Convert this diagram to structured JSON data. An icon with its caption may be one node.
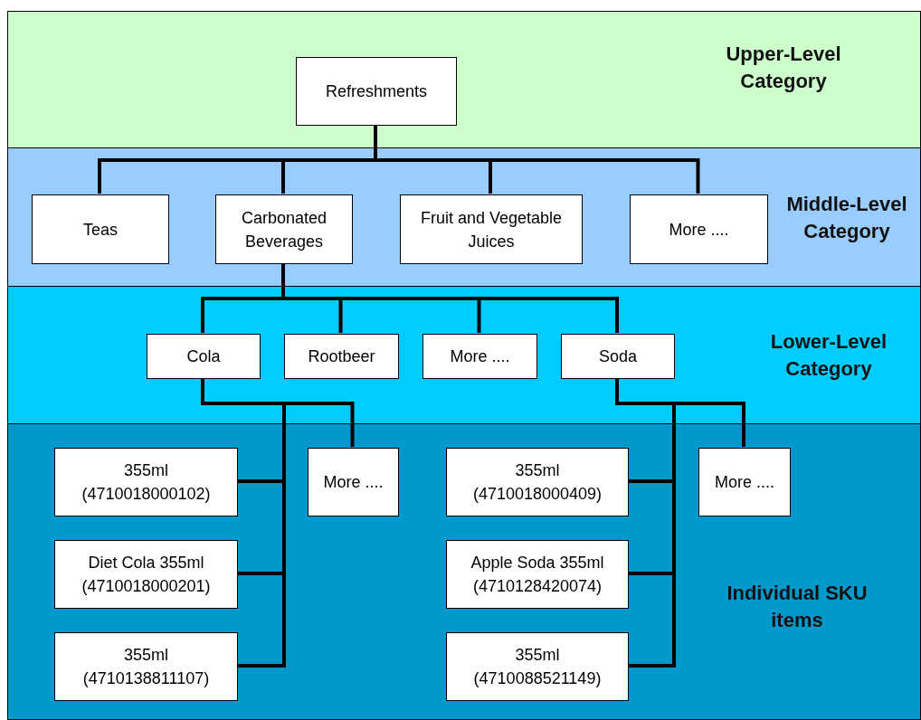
{
  "diagram": {
    "nodes": [
      {
        "text": [
          "Upper-Level Category"
        ]
      },
      {
        "text": [
          "Middle-Level Category"
        ]
      },
      {
        "text": [
          "Lower-Level Category"
        ]
      },
      {
        "text": [
          "Individual SKU items"
        ]
      },
      {
        "text": [
          "Refreshments"
        ],
        "in": 0
      },
      {
        "text": [
          "Teas"
        ],
        "in": 1
      },
      {
        "text": [
          "Carbonated Beverages"
        ],
        "in": 1
      },
      {
        "text": [
          "Fruit and Vegetable Juices"
        ],
        "in": 1
      },
      {
        "text": [
          "More ...."
        ],
        "in": 1
      },
      {
        "text": [
          "Cola"
        ],
        "in": 2
      },
      {
        "text": [
          "Rootbeer"
        ],
        "in": 2
      },
      {
        "text": [
          "More ...."
        ],
        "in": 2
      },
      {
        "text": [
          "Soda"
        ],
        "in": 2
      },
      {
        "text": [
          "355ml (4710018000102)"
        ],
        "in": 3
      },
      {
        "text": [
          "More ...."
        ],
        "in": 3
      },
      {
        "text": [
          "355ml (4710018000409)"
        ],
        "in": 3
      },
      {
        "text": [
          "More ...."
        ],
        "in": 3
      },
      {
        "text": [
          "Diet Cola 355ml (4710018000201)"
        ],
        "in": 3
      },
      {
        "text": [
          "Apple Soda 355ml (4710128420074)"
        ],
        "in": 3
      },
      {
        "text": [
          "355ml (4710138811107)"
        ],
        "in": 3
      },
      {
        "text": [
          "355ml (4710088521149)"
        ],
        "in": 3
      }
    ],
    "edges": [
      {
        "from": 4,
        "to": 5,
        "arrow": "none"
      },
      {
        "from": 4,
        "to": 6,
        "arrow": "none"
      },
      {
        "from": 4,
        "to": 7,
        "arrow": "none"
      },
      {
        "from": 4,
        "to": 8,
        "arrow": "none"
      },
      {
        "from": 6,
        "to": 9,
        "arrow": "none"
      },
      {
        "from": 6,
        "to": 10,
        "arrow": "none"
      },
      {
        "from": 6,
        "to": 11,
        "arrow": "none"
      },
      {
        "from": 6,
        "to": 12,
        "arrow": "none"
      },
      {
        "from": 9,
        "to": 13,
        "arrow": "none"
      },
      {
        "from": 9,
        "to": 17,
        "arrow": "none"
      },
      {
        "from": 9,
        "to": 19,
        "arrow": "none"
      },
      {
        "from": 9,
        "to": 14,
        "arrow": "none"
      },
      {
        "from": 12,
        "to": 15,
        "arrow": "none"
      },
      {
        "from": 12,
        "to": 18,
        "arrow": "none"
      },
      {
        "from": 12,
        "to": 20,
        "arrow": "none"
      },
      {
        "from": 12,
        "to": 16,
        "arrow": "none"
      }
    ]
  }
}
